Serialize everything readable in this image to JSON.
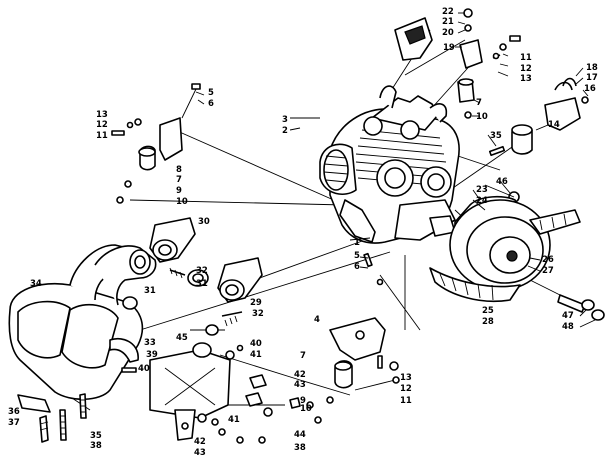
{
  "callouts": {
    "c1": "1",
    "c2": "2",
    "c3": "3",
    "c4": "4",
    "c5a": "5",
    "c5b": "5",
    "c6a": "6",
    "c6b": "6",
    "c7a": "7",
    "c7b": "7",
    "c7c": "7",
    "c8": "8",
    "c9a": "9",
    "c9b": "9",
    "c10a": "10",
    "c10b": "10",
    "c10c": "10",
    "c11a": "11",
    "c11b": "11",
    "c11c": "11",
    "c12a": "12",
    "c12b": "12",
    "c12c": "12",
    "c13a": "13",
    "c13b": "13",
    "c13c": "13",
    "c14": "14",
    "c16": "16",
    "c17": "17",
    "c18": "18",
    "c19": "19",
    "c20": "20",
    "c21": "21",
    "c22": "22",
    "c23": "23",
    "c24": "24",
    "c25": "25",
    "c26": "26",
    "c27": "27",
    "c28": "28",
    "c29": "29",
    "c30": "30",
    "c31a": "31",
    "c31b": "31",
    "c32a": "32",
    "c32b": "32",
    "c33": "33",
    "c34": "34",
    "c35a": "35",
    "c35b": "35",
    "c36": "36",
    "c37": "37",
    "c38a": "38",
    "c38b": "38",
    "c39": "39",
    "c40a": "40",
    "c40b": "40",
    "c41a": "41",
    "c41b": "41",
    "c42a": "42",
    "c42b": "42",
    "c43a": "43",
    "c43b": "43",
    "c44": "44",
    "c45": "45",
    "c46": "46",
    "c47": "47",
    "c48": "48"
  }
}
